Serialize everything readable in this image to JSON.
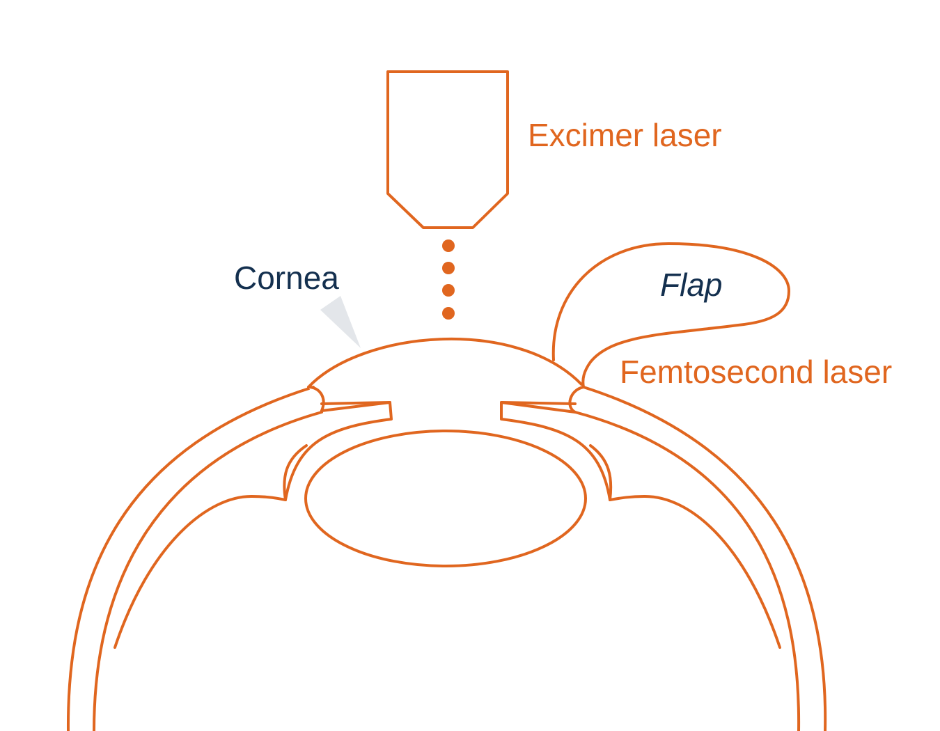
{
  "labels": {
    "excimer": "Excimer laser",
    "cornea": "Cornea",
    "flap": "Flap",
    "femtosecond": "Femtosecond laser"
  },
  "colors": {
    "accent": "#e0661f",
    "text_dark": "#14304f",
    "pointer": "#e3e6ea",
    "background": "#ffffff"
  }
}
